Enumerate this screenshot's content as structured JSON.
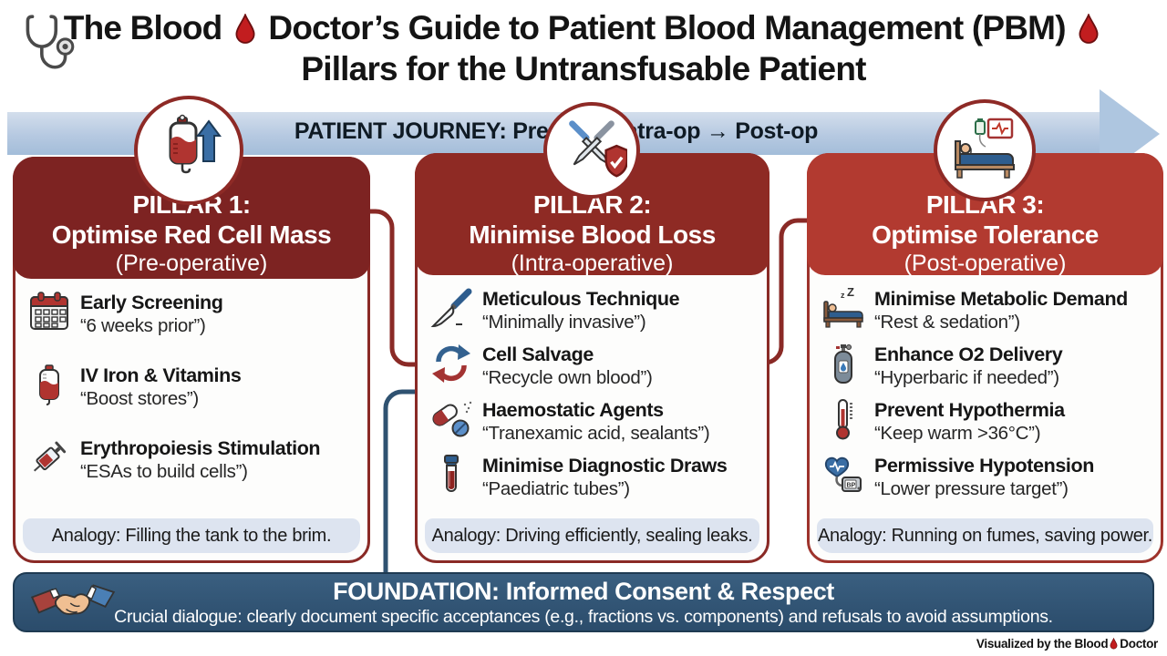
{
  "header": {
    "title_part1": "The Blood",
    "title_part2": "Doctor’s Guide to Patient Blood Management (PBM)",
    "title_line2": "Pillars for the Untransfusable Patient"
  },
  "journey": {
    "label": "PATIENT JOURNEY: Pre-op → Intra-op → Post-op"
  },
  "pillars": [
    {
      "title": "PILLAR 1:",
      "subtitle": "Optimise Red Cell Mass",
      "phase": "(Pre-operative)",
      "circle_icon": "blood-bag-arrow-icon",
      "header_color": "#7d2322",
      "items": [
        {
          "icon": "calendar-icon",
          "title": "Early Screening",
          "detail": "“6 weeks prior”)"
        },
        {
          "icon": "iv-bag-icon",
          "title": "IV Iron & Vitamins",
          "detail": "“Boost stores”)"
        },
        {
          "icon": "syringe-icon",
          "title": "Erythropoiesis Stimulation",
          "detail": "“ESAs to build cells”)"
        }
      ],
      "analogy": "Analogy: Filling the tank to the brim."
    },
    {
      "title": "PILLAR 2:",
      "subtitle": "Minimise Blood Loss",
      "phase": "(Intra-operative)",
      "circle_icon": "scalpel-shield-icon",
      "header_color": "#8e2a24",
      "items": [
        {
          "icon": "scalpel-icon",
          "title": "Meticulous Technique",
          "detail": "“Minimally invasive”)"
        },
        {
          "icon": "recycle-icon",
          "title": "Cell Salvage",
          "detail": "“Recycle own blood”)"
        },
        {
          "icon": "pills-icon",
          "title": "Haemostatic Agents",
          "detail": "“Tranexamic acid, sealants”)"
        },
        {
          "icon": "test-tube-icon",
          "title": "Minimise Diagnostic Draws",
          "detail": "“Paediatric tubes”)"
        }
      ],
      "analogy": "Analogy: Driving efficiently, sealing leaks."
    },
    {
      "title": "PILLAR 3:",
      "subtitle": "Optimise Tolerance",
      "phase": "(Post-operative)",
      "circle_icon": "patient-monitor-icon",
      "header_color": "#b23a30",
      "items": [
        {
          "icon": "sleep-bed-icon",
          "title": "Minimise Metabolic Demand",
          "detail": "“Rest & sedation”)"
        },
        {
          "icon": "oxygen-tank-icon",
          "title": "Enhance O2 Delivery",
          "detail": "“Hyperbaric if needed”)"
        },
        {
          "icon": "thermometer-icon",
          "title": "Prevent Hypothermia",
          "detail": "“Keep warm >36°C”)"
        },
        {
          "icon": "bp-cuff-icon",
          "title": "Permissive Hypotension",
          "detail": "“Lower pressure target”)"
        }
      ],
      "analogy": "Analogy: Running on fumes, saving power."
    }
  ],
  "foundation": {
    "title": "FOUNDATION: Informed Consent & Respect",
    "subtitle": "Crucial dialogue: clearly document specific acceptances (e.g., fractions vs. components) and refusals to avoid assumptions."
  },
  "footer": {
    "credit_part1": "Visualized by the Blood",
    "credit_part2": "Doctor"
  },
  "colors": {
    "pillar_border": "#8a2a26",
    "pillar1_header": "#7d2322",
    "pillar2_header": "#8e2a24",
    "pillar3_header": "#b23a30",
    "journey_arrow": "#aec6e0",
    "analogy_bg": "#dde4f0",
    "foundation_bg": "#2f5271",
    "blood_drop": "#c21d1f"
  }
}
